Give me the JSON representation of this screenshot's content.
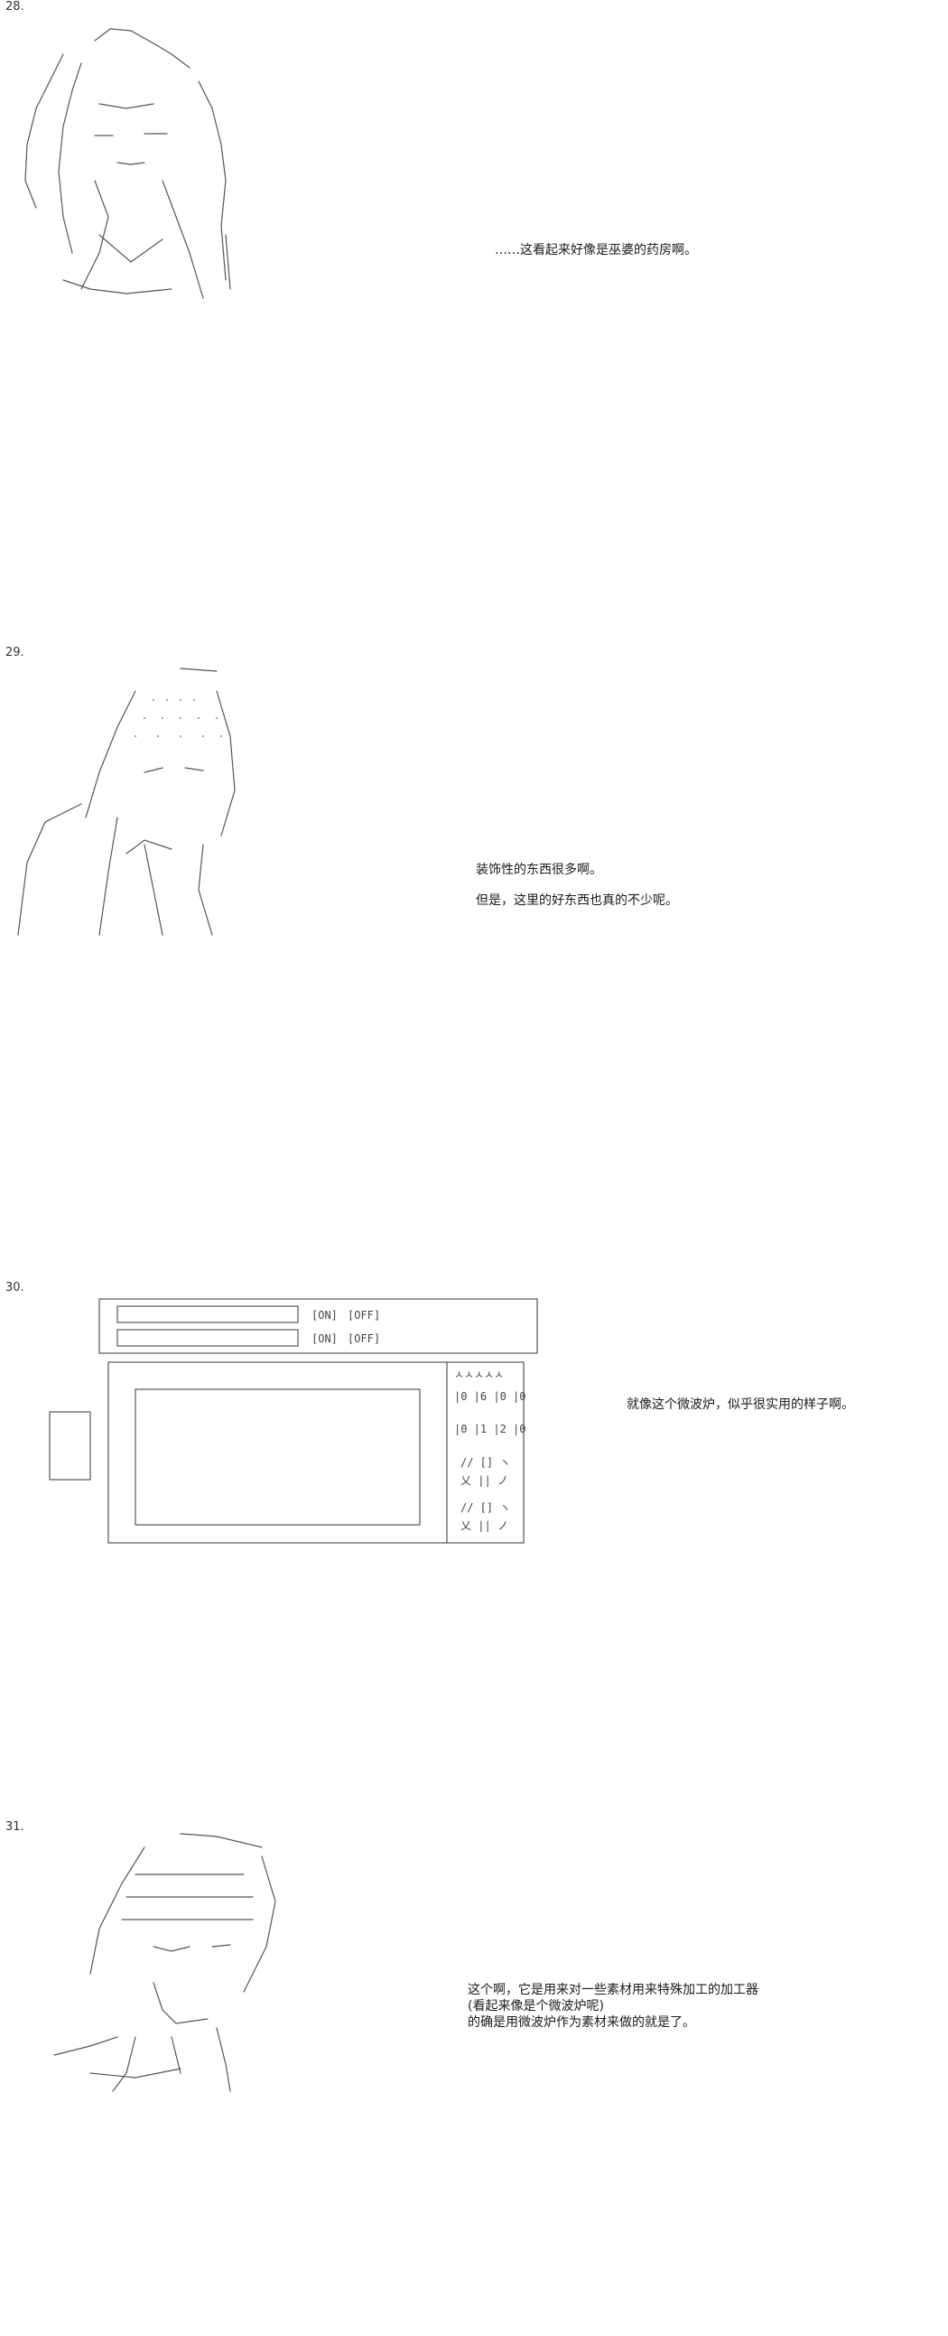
{
  "panels": [
    {
      "number": "28.",
      "lines": [
        "……这看起来好像是巫婆的药房啊。"
      ]
    },
    {
      "number": "29.",
      "lines": [
        "装饰性的东西很多啊。",
        "但是，这里的好东西也真的不少呢。"
      ]
    },
    {
      "number": "30.",
      "lines": [
        "就像这个微波炉，似乎很实用的样子啊。"
      ],
      "microwave": {
        "btn_on": "[ON]",
        "btn_off": "[OFF]",
        "digits_top": "|0 |6 |0 |0",
        "digits_bottom": "|0 |1 |2 |0"
      }
    },
    {
      "number": "31.",
      "lines": [
        "这个啊，它是用来对一些素材用来特殊加工的加工器",
        "(看起来像是个微波炉呢)",
        "的确是用微波炉作为素材来做的就是了。"
      ]
    }
  ]
}
